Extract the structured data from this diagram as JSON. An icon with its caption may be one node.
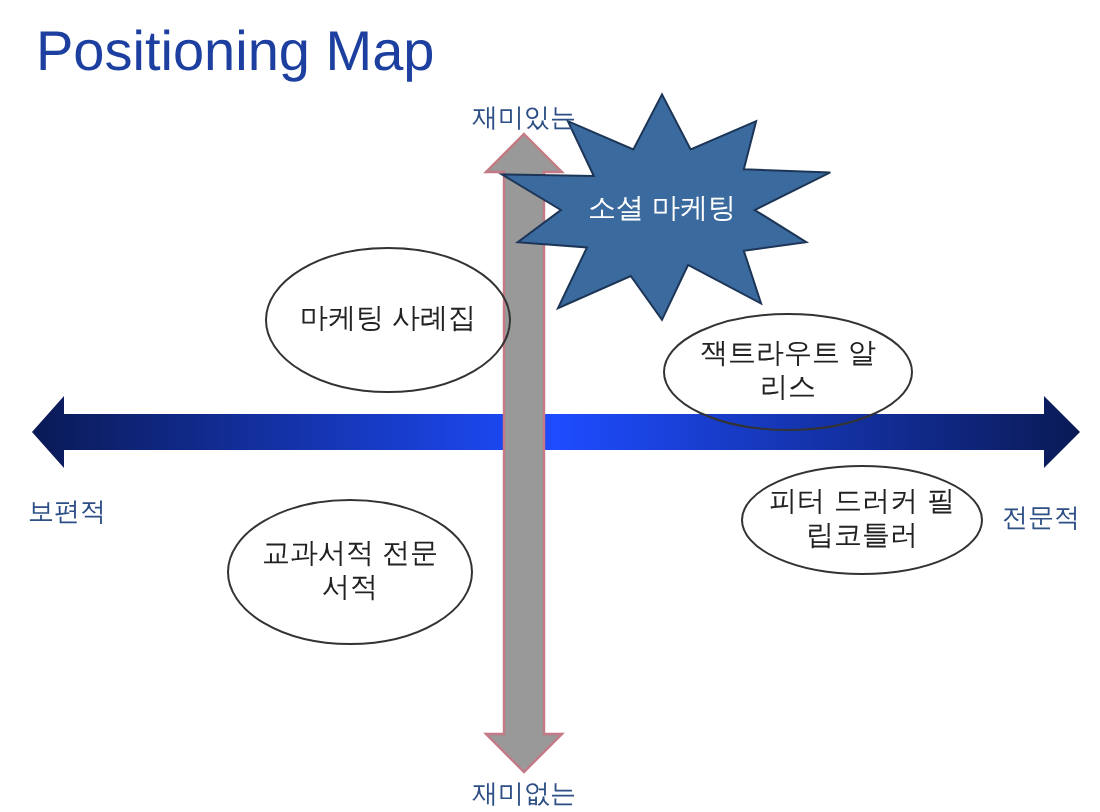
{
  "diagram": {
    "title": "Positioning Map",
    "nodes": [
      {
        "text": [
          "소셜 마케팅"
        ]
      },
      {
        "text": [
          "마케팅 사례집"
        ]
      },
      {
        "text": [
          "잭트라우트 알리스"
        ]
      },
      {
        "text": [
          "피터 드러커 필립코틀러"
        ]
      },
      {
        "text": [
          "교과서적 전문 서적"
        ]
      }
    ],
    "labels": [
      "재미있는",
      "보편적",
      "전문적",
      "재미없는"
    ]
  }
}
